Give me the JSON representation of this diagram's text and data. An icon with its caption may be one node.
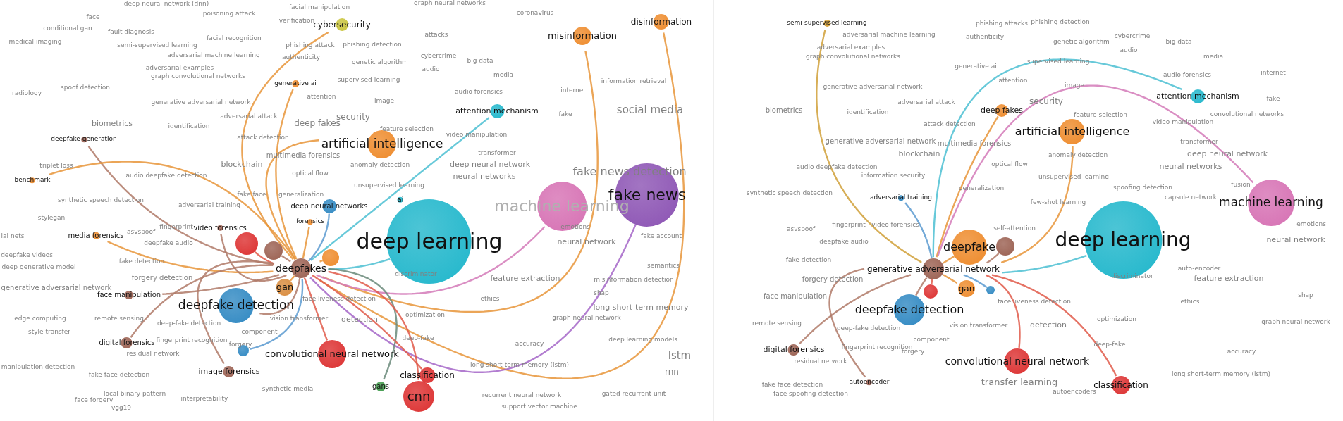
{
  "diagram": {
    "nodes": [
      {
        "text": [
          "disinformation"
        ]
      },
      {
        "text": [
          "cybersecurity"
        ]
      },
      {
        "text": [
          "misinformation"
        ]
      },
      {
        "text": [
          "generative ai"
        ]
      },
      {
        "text": [
          "attention mechanism"
        ]
      },
      {
        "text": [
          "artificial intelligence"
        ]
      },
      {
        "text": [
          "deepfake generation"
        ]
      },
      {
        "text": [
          "benchmark"
        ]
      },
      {
        "text": [
          "fake news"
        ]
      },
      {
        "text": [
          "deep neural networks"
        ]
      },
      {
        "text": [
          "ai"
        ]
      },
      {
        "text": [
          "machine learning"
        ]
      },
      {
        "text": [
          "forensics"
        ]
      },
      {
        "text": [
          "media forensics"
        ]
      },
      {
        "text": [
          "video forensics"
        ]
      },
      {
        "text": [
          "deep learning"
        ]
      },
      {
        "text": [],
        "shape": "circle"
      },
      {
        "text": [],
        "shape": "circle"
      },
      {
        "text": [
          "deepfakes"
        ]
      },
      {
        "text": [],
        "shape": "circle"
      },
      {
        "text": [
          "gan"
        ]
      },
      {
        "text": [
          "face manipulation"
        ]
      },
      {
        "text": [
          "deepfake detection"
        ]
      },
      {
        "text": [
          "digital forensics"
        ]
      },
      {
        "text": [
          "convolutional neural network"
        ]
      },
      {
        "text": [],
        "shape": "circle"
      },
      {
        "text": [
          "image forensics"
        ]
      },
      {
        "text": [
          "gans"
        ]
      },
      {
        "text": [
          "classification"
        ]
      },
      {
        "text": [
          "cnn"
        ]
      },
      {
        "text": [
          "semi-supervised learning"
        ]
      },
      {
        "text": [
          "attention mechanism"
        ]
      },
      {
        "text": [
          "deep fakes"
        ]
      },
      {
        "text": [
          "artificial intelligence"
        ]
      },
      {
        "text": [
          "adversarial training"
        ]
      },
      {
        "text": [
          "machine learning"
        ]
      },
      {
        "text": [
          "deep learning"
        ]
      },
      {
        "text": [
          "deepfake"
        ]
      },
      {
        "text": [],
        "shape": "circle"
      },
      {
        "text": [
          "generative adversarial network"
        ]
      },
      {
        "text": [
          "gan"
        ]
      },
      {
        "text": [],
        "shape": "circle"
      },
      {
        "text": [],
        "shape": "circle"
      },
      {
        "text": [
          "deepfake detection"
        ]
      },
      {
        "text": [
          "digital forensics"
        ]
      },
      {
        "text": [
          "convolutional neural network"
        ]
      },
      {
        "text": [
          "autoencoder"
        ]
      },
      {
        "text": [
          "classification"
        ]
      }
    ],
    "edges": [
      {
        "from": 18,
        "to": 0,
        "arrow": "none",
        "color": "#e8953a"
      },
      {
        "from": 18,
        "to": 1,
        "arrow": "none",
        "color": "#e8953a"
      },
      {
        "from": 18,
        "to": 2,
        "arrow": "none",
        "color": "#e8953a"
      },
      {
        "from": 18,
        "to": 3,
        "arrow": "none",
        "color": "#e8953a"
      },
      {
        "from": 18,
        "to": 4,
        "arrow": "none",
        "color": "#4cc0d2"
      },
      {
        "from": 18,
        "to": 5,
        "arrow": "none",
        "color": "#e8953a"
      },
      {
        "from": 18,
        "to": 6,
        "arrow": "none"
      },
      {
        "from": 18,
        "to": 7,
        "arrow": "none",
        "color": "#e8953a"
      },
      {
        "from": 18,
        "to": 8,
        "arrow": "none",
        "color": "#a466c8"
      },
      {
        "from": 18,
        "to": 9,
        "arrow": "none",
        "color": "#5a9ad0"
      },
      {
        "from": 18,
        "to": 11,
        "arrow": "none",
        "color": "#d47ab8"
      },
      {
        "from": 18,
        "to": 12,
        "arrow": "none",
        "color": "#e8953a"
      },
      {
        "from": 18,
        "to": 13,
        "arrow": "none",
        "color": "#e8953a"
      },
      {
        "from": 18,
        "to": 14,
        "arrow": "none"
      },
      {
        "from": 18,
        "to": 15,
        "arrow": "none",
        "color": "#4cc0d2"
      },
      {
        "from": 18,
        "to": 16,
        "arrow": "none",
        "color": "#e05a4a"
      },
      {
        "from": 18,
        "to": 17,
        "arrow": "none",
        "color": "#e8953a"
      },
      {
        "from": 18,
        "to": 19,
        "arrow": "none"
      },
      {
        "from": 18,
        "to": 20,
        "arrow": "none",
        "color": "#e8953a"
      },
      {
        "from": 18,
        "to": 21,
        "arrow": "none"
      },
      {
        "from": 18,
        "to": 22,
        "arrow": "none"
      },
      {
        "from": 18,
        "to": 23,
        "arrow": "none"
      },
      {
        "from": 18,
        "to": 24,
        "arrow": "none",
        "color": "#e05a4a"
      },
      {
        "from": 18,
        "to": 25,
        "arrow": "none",
        "color": "#5a9ad0"
      },
      {
        "from": 18,
        "to": 26,
        "arrow": "none"
      },
      {
        "from": 18,
        "to": 27,
        "arrow": "none",
        "color": "#6a8a7a"
      },
      {
        "from": 18,
        "to": 28,
        "arrow": "none",
        "color": "#e05a4a"
      },
      {
        "from": 18,
        "to": 29,
        "arrow": "none",
        "color": "#e05a4a"
      },
      {
        "from": 39,
        "to": 30,
        "arrow": "none",
        "color": "#d0a038"
      },
      {
        "from": 39,
        "to": 31,
        "arrow": "none",
        "color": "#4cc0d2"
      },
      {
        "from": 39,
        "to": 32,
        "arrow": "none",
        "color": "#e8953a"
      },
      {
        "from": 39,
        "to": 33,
        "arrow": "none",
        "color": "#e8953a"
      },
      {
        "from": 39,
        "to": 34,
        "arrow": "none",
        "color": "#5a9ad0"
      },
      {
        "from": 39,
        "to": 35,
        "arrow": "none",
        "color": "#d47ab8"
      },
      {
        "from": 39,
        "to": 36,
        "arrow": "none",
        "color": "#4cc0d2"
      },
      {
        "from": 39,
        "to": 37,
        "arrow": "none",
        "color": "#e8953a"
      },
      {
        "from": 39,
        "to": 38,
        "arrow": "none"
      },
      {
        "from": 39,
        "to": 40,
        "arrow": "none",
        "color": "#e8953a"
      },
      {
        "from": 39,
        "to": 41,
        "arrow": "none",
        "color": "#e05a4a"
      },
      {
        "from": 39,
        "to": 42,
        "arrow": "none",
        "color": "#5a9ad0"
      },
      {
        "from": 39,
        "to": 43,
        "arrow": "none"
      },
      {
        "from": 39,
        "to": 44,
        "arrow": "none"
      },
      {
        "from": 39,
        "to": 45,
        "arrow": "none",
        "color": "#e05a4a"
      },
      {
        "from": 39,
        "to": 46,
        "arrow": "none"
      },
      {
        "from": 39,
        "to": 47,
        "arrow": "none",
        "color": "#e05a4a"
      }
    ],
    "labels": [
      "deep neural network (dnn)",
      "facial manipulation",
      "graph neural networks",
      "face",
      "poisoning attack",
      "conditional gan",
      "fault diagnosis",
      "verification",
      "coronavirus",
      "medical imaging",
      "semi-supervised learning",
      "facial recognition",
      "phishing attack",
      "phishing detection",
      "attacks",
      "adversarial machine learning",
      "authenticity",
      "cybercrime",
      "big data",
      "adversarial examples",
      "graph convolutional networks",
      "genetic algorithm",
      "audio",
      "media",
      "spoof detection",
      "supervised learning",
      "information retrieval",
      "radiology",
      "attention",
      "image",
      "audio forensics",
      "internet",
      "generative adversarial network",
      "social media",
      "adversarial attack",
      "fake",
      "biometrics",
      "identification",
      "deep fakes",
      "security",
      "feature selection",
      "attack detection",
      "video manipulation",
      "triplet loss",
      "multimedia forensics",
      "transformer",
      "blockchain",
      "anomaly detection",
      "deep neural network",
      "audio deepfake detection",
      "optical flow",
      "neural networks",
      "fake news detection",
      "unsupervised learning",
      "synthetic speech detection",
      "generalization",
      "adversarial training",
      "fake face",
      "stylegan",
      "asvspoof",
      "fingerprint",
      "ial nets",
      "deepfake audio",
      "emotions",
      "fake account",
      "deepfake videos",
      "fake detection",
      "neural network",
      "deep generative model",
      "discriminator",
      "semantics",
      "forgery detection",
      "feature extraction",
      "misinformation detection",
      "generative adversarial network",
      "shap",
      "face liveness detection",
      "ethics",
      "edge computing",
      "remote sensing",
      "deep-fake detection",
      "vision transformer",
      "detection",
      "optimization",
      "long short-term memory",
      "graph neural network",
      "style transfer",
      "fingerprint recognition",
      "forgery",
      "component",
      "deep-fake",
      "accuracy",
      "deep learning models",
      "lstm",
      "residual network",
      "manipulation detection",
      "fake face detection",
      "long short-term memory (lstm)",
      "rnn",
      "local binary pattern",
      "synthetic media",
      "recurrent neural network",
      "gated recurrent unit",
      "face forgery",
      "vgg19",
      "interpretability",
      "support vector machine",
      "phishing attacks",
      "phishing detection",
      "adversarial machine learning",
      "authenticity",
      "genetic algorithm",
      "cybercrime",
      "big data",
      "adversarial examples",
      "graph convolutional networks",
      "audio",
      "media",
      "generative ai",
      "supervised learning",
      "internet",
      "audio forensics",
      "attention",
      "generative adversarial network",
      "image",
      "security",
      "adversarial attack",
      "fake",
      "biometrics",
      "identification",
      "feature selection",
      "convolutional networks",
      "attack detection",
      "video manipulation",
      "generative adversarial network",
      "multimedia forensics",
      "transformer",
      "blockchain",
      "anomaly detection",
      "deep neural network",
      "audio deepfake detection",
      "optical flow",
      "neural networks",
      "information security",
      "unsupervised learning",
      "generalization",
      "spoofing detection",
      "fusion",
      "synthetic speech detection",
      "capsule network",
      "few-shot learning",
      "fingerprint",
      "video forensics",
      "asvspoof",
      "self-attention",
      "emotions",
      "deepfake audio",
      "neural network",
      "fake detection",
      "discriminator",
      "auto-encoder",
      "forgery detection",
      "feature extraction",
      "face manipulation",
      "face liveness detection",
      "ethics",
      "shap",
      "remote sensing",
      "deep-fake detection",
      "vision transformer",
      "detection",
      "optimization",
      "graph neural network",
      "component",
      "fingerprint recognition",
      "forgery",
      "deep-fake",
      "accuracy",
      "residual network",
      "long short-term memory (lstm)",
      "transfer learning",
      "fake face detection",
      "autoencoders",
      "face spoofing detection"
    ]
  }
}
